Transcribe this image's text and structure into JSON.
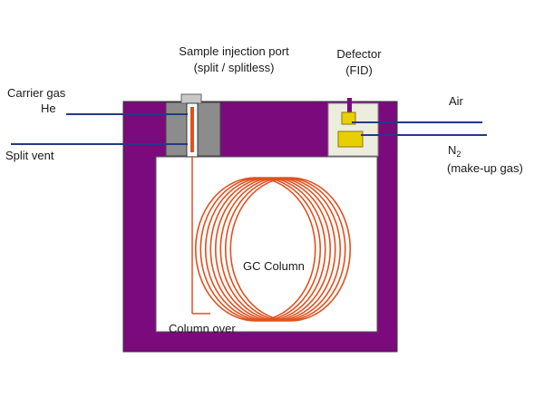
{
  "labels": {
    "injection_port_line1": "Sample injection port",
    "injection_port_line2": "(split / splitless)",
    "detector_line1": "Defector",
    "detector_line2": "(FID)",
    "carrier_gas_line1": "Carrier gas",
    "carrier_gas_line2": "He",
    "split_vent": "Split vent",
    "air": "Air",
    "n2_base": "N",
    "n2_subscript": "2",
    "makeup_gas": "(make-up gas)",
    "gc_column": "GC Column",
    "column_oven": "Column over"
  },
  "colors": {
    "oven_body": "#7b0a7d",
    "oven_interior": "#ffffff",
    "injector_block": "#8c8c8c",
    "injector_cap": "#c8c8c8",
    "detector_box": "#ececdf",
    "detector_jet": "#e8d000",
    "gas_lines": "#243a86",
    "column_coil": "#e0501e",
    "outline": "#333333"
  }
}
